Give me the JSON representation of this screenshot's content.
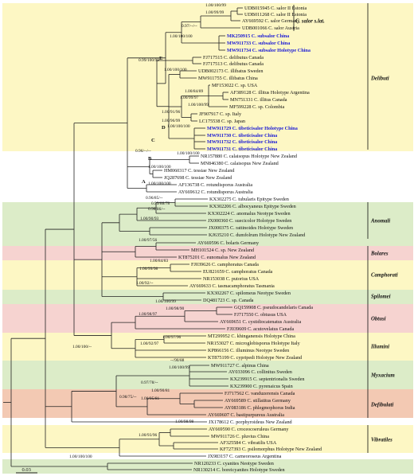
{
  "colors": {
    "highlight": "#1a1ad6",
    "yellow": "#fdf7c4",
    "green": "#dcecc8",
    "pink": "#f6d3d0",
    "salmon": "#f3c9b3",
    "branch": "#222222"
  },
  "tips": [
    {
      "text": "UDB015945 C. salor II Estonia"
    },
    {
      "text": "UDB011268 C. salor II Estonia"
    },
    {
      "text": "AY669592 C. salor Germany"
    },
    {
      "text": "UDB001066 C. salor Austria"
    },
    {
      "text": "MK250915 C. subsalor China",
      "hl": true
    },
    {
      "text": "MW911733 C. subsalor China",
      "hl": true
    },
    {
      "text": "MW911734 C. subsalor Holotype China",
      "hl": true
    },
    {
      "text": "FJ717515 C. delibutus Canada"
    },
    {
      "text": "FJ717513 C. delibutus Canada"
    },
    {
      "text": "UDB002173 C. illibatus Sweden"
    },
    {
      "text": "MW911755 C. illibatus China"
    },
    {
      "text": "MF153022 C. sp. USA"
    },
    {
      "text": "AF389128 C. illitus Holotype Argentina"
    },
    {
      "text": "MN751331 C. illitus Canada"
    },
    {
      "text": "MF599228 C. sp. Colombia"
    },
    {
      "text": "JF907917 C. sp. Italy"
    },
    {
      "text": "LC175538 C. sp. Japan"
    },
    {
      "text": "MW911729 C. tibeticisalor Holotype China",
      "hl": true
    },
    {
      "text": "MW911730 C. tibeticisalor China",
      "hl": true
    },
    {
      "text": "MW911732 C. tibeticisalor China",
      "hl": true
    },
    {
      "text": "MW911731 C. tibeticisalor China",
      "hl": true
    },
    {
      "text": "NR157880 C. calaisopus Holotype New Zealand"
    },
    {
      "text": "MN846380 C. calaisopus New Zealand"
    },
    {
      "text": "HM060317 C. tessiae New Zealand"
    },
    {
      "text": "JQ287698 C. tessiae New Zealand"
    },
    {
      "text": "AF136738 C. rotundisporus Australia"
    },
    {
      "text": "AY669612 C. rotundisporus Australia"
    },
    {
      "text": "KX302275 C. tubularis Epitype Sweden"
    },
    {
      "text": "KX302206 C. albocyaneus Epitype Sweden"
    },
    {
      "text": "KX302224 C. anomalus Neotype Sweden"
    },
    {
      "text": "JX000360 C. suecicolor Holotype Sweden"
    },
    {
      "text": "JX000375 C. rattinoides Holotype Sweden"
    },
    {
      "text": "KJ635210 C. dumfolrum Holotype New Zealand"
    },
    {
      "text": "AY669596 C. bolaris Germany"
    },
    {
      "text": "MH101524 C. sp. New Zealand"
    },
    {
      "text": "KT875201 C. eunomalus New Zealand"
    },
    {
      "text": "FJ039626 C. camphoratus Canada"
    },
    {
      "text": "EU821659 C. camphoratus Canada"
    },
    {
      "text": "NR153038 C. putorius USA"
    },
    {
      "text": "AY669633 C. tasmacamphoratus Tasmania"
    },
    {
      "text": "KX302267 C. spilomeus Neotype Sweden"
    },
    {
      "text": "DQ481723 C. sp. Canada"
    },
    {
      "text": "GQ159908 C. pseudocandelaris Canada"
    },
    {
      "text": "FJ717550 C. obtusus USA"
    },
    {
      "text": "AY669651 C. cystidiocatenatus Australia"
    },
    {
      "text": "FJ039609 C. acutovelatus Canada"
    },
    {
      "text": "MT299952 C. khinganensis Holotype China"
    },
    {
      "text": "NR153027 C. microglobisporus Holotype Italy"
    },
    {
      "text": "KP866156 C. illuminus Neotype Sweden"
    },
    {
      "text": "KT875199 C. cypripedi Holotype New Zealand"
    },
    {
      "text": "MW911727 C. alpinus China"
    },
    {
      "text": "AY033096 C. collinitus Sweden"
    },
    {
      "text": "KX239915 C. septentrionalis Sweden"
    },
    {
      "text": "KX239900 C. pyrenaicus Spain"
    },
    {
      "text": "FJ717562 C. vanduzerensis Canada"
    },
    {
      "text": "AY669589 C. stillatitus Germany"
    },
    {
      "text": "AY083186 C. phlegmophorus India"
    },
    {
      "text": "AY669607 C. bastipurpureus Australia"
    },
    {
      "text": "JX178612 C. porphyroideus New Zealand"
    },
    {
      "text": "AY669590 C. croceocoeruleus Germany"
    },
    {
      "text": "MW911726 C. pluvius China"
    },
    {
      "text": "AF325584 C. vibratilis USA"
    },
    {
      "text": "KF727393 C. psilomorphus Holotype New Zealand"
    },
    {
      "text": "JX983157 C. carneoroseus Argentina"
    },
    {
      "text": "NR120233 C. cyanites Neotype Sweden"
    },
    {
      "text": "NR130214 C. boreicyanites Holotype Sweden"
    }
  ],
  "clades": [
    {
      "name": "C. salor s.lat."
    },
    {
      "name": "Delibuti"
    },
    {
      "name": "Anomali"
    },
    {
      "name": "Bolares"
    },
    {
      "name": "Camphorati"
    },
    {
      "name": "Spilomei"
    },
    {
      "name": "Obtusi"
    },
    {
      "name": "Illumini"
    },
    {
      "name": "Myxacium"
    },
    {
      "name": "Defibulati"
    },
    {
      "name": "Vibratiles"
    }
  ],
  "supports": [
    {
      "text": "1.00/100/99"
    },
    {
      "text": "1.00/99/99"
    },
    {
      "text": "0.97/--/--"
    },
    {
      "text": "1.00/100/100"
    },
    {
      "text": "0.99/100/99"
    },
    {
      "text": "1.00/100/100"
    },
    {
      "text": "1.00/84/89"
    },
    {
      "text": "1.00/99/97"
    },
    {
      "text": "1.00/100/99"
    },
    {
      "text": "1.00/91/96"
    },
    {
      "text": "1.00/96/99"
    },
    {
      "text": "1.00/100/100"
    },
    {
      "text": "1.00/100/100"
    },
    {
      "text": "0.96/--/--"
    },
    {
      "text": "1.00/100/100"
    },
    {
      "text": "1.00/100/100"
    },
    {
      "text": "0.96/85/--"
    },
    {
      "text": "0.99/88/78"
    },
    {
      "text": "0.98/86/--"
    },
    {
      "text": "1.00/90/93"
    },
    {
      "text": "1.00/97/56"
    },
    {
      "text": "1.00/84/83"
    },
    {
      "text": "1.00/99/98"
    },
    {
      "text": "1.00/92/--"
    },
    {
      "text": "1.00/100/99"
    },
    {
      "text": "1.00/98/90"
    },
    {
      "text": "1.00/98/97"
    },
    {
      "text": "1.00/97/96"
    },
    {
      "text": "1.00/92/97"
    },
    {
      "text": "1.00/100/--"
    },
    {
      "text": "--/90/88"
    },
    {
      "text": "1.00/100/99"
    },
    {
      "text": "0.97/78/--"
    },
    {
      "text": "1.00/90/81"
    },
    {
      "text": "1.00/95/81"
    },
    {
      "text": "0.98/75/--"
    },
    {
      "text": "1.00/98/98"
    },
    {
      "text": "1.00/93/96"
    },
    {
      "text": "1.00/100/100"
    }
  ],
  "node_labels": [
    {
      "text": "E"
    },
    {
      "text": "D"
    },
    {
      "text": "C"
    },
    {
      "text": "B"
    },
    {
      "text": "A"
    }
  ],
  "scale": {
    "value": 0.03,
    "label": "0.03"
  }
}
